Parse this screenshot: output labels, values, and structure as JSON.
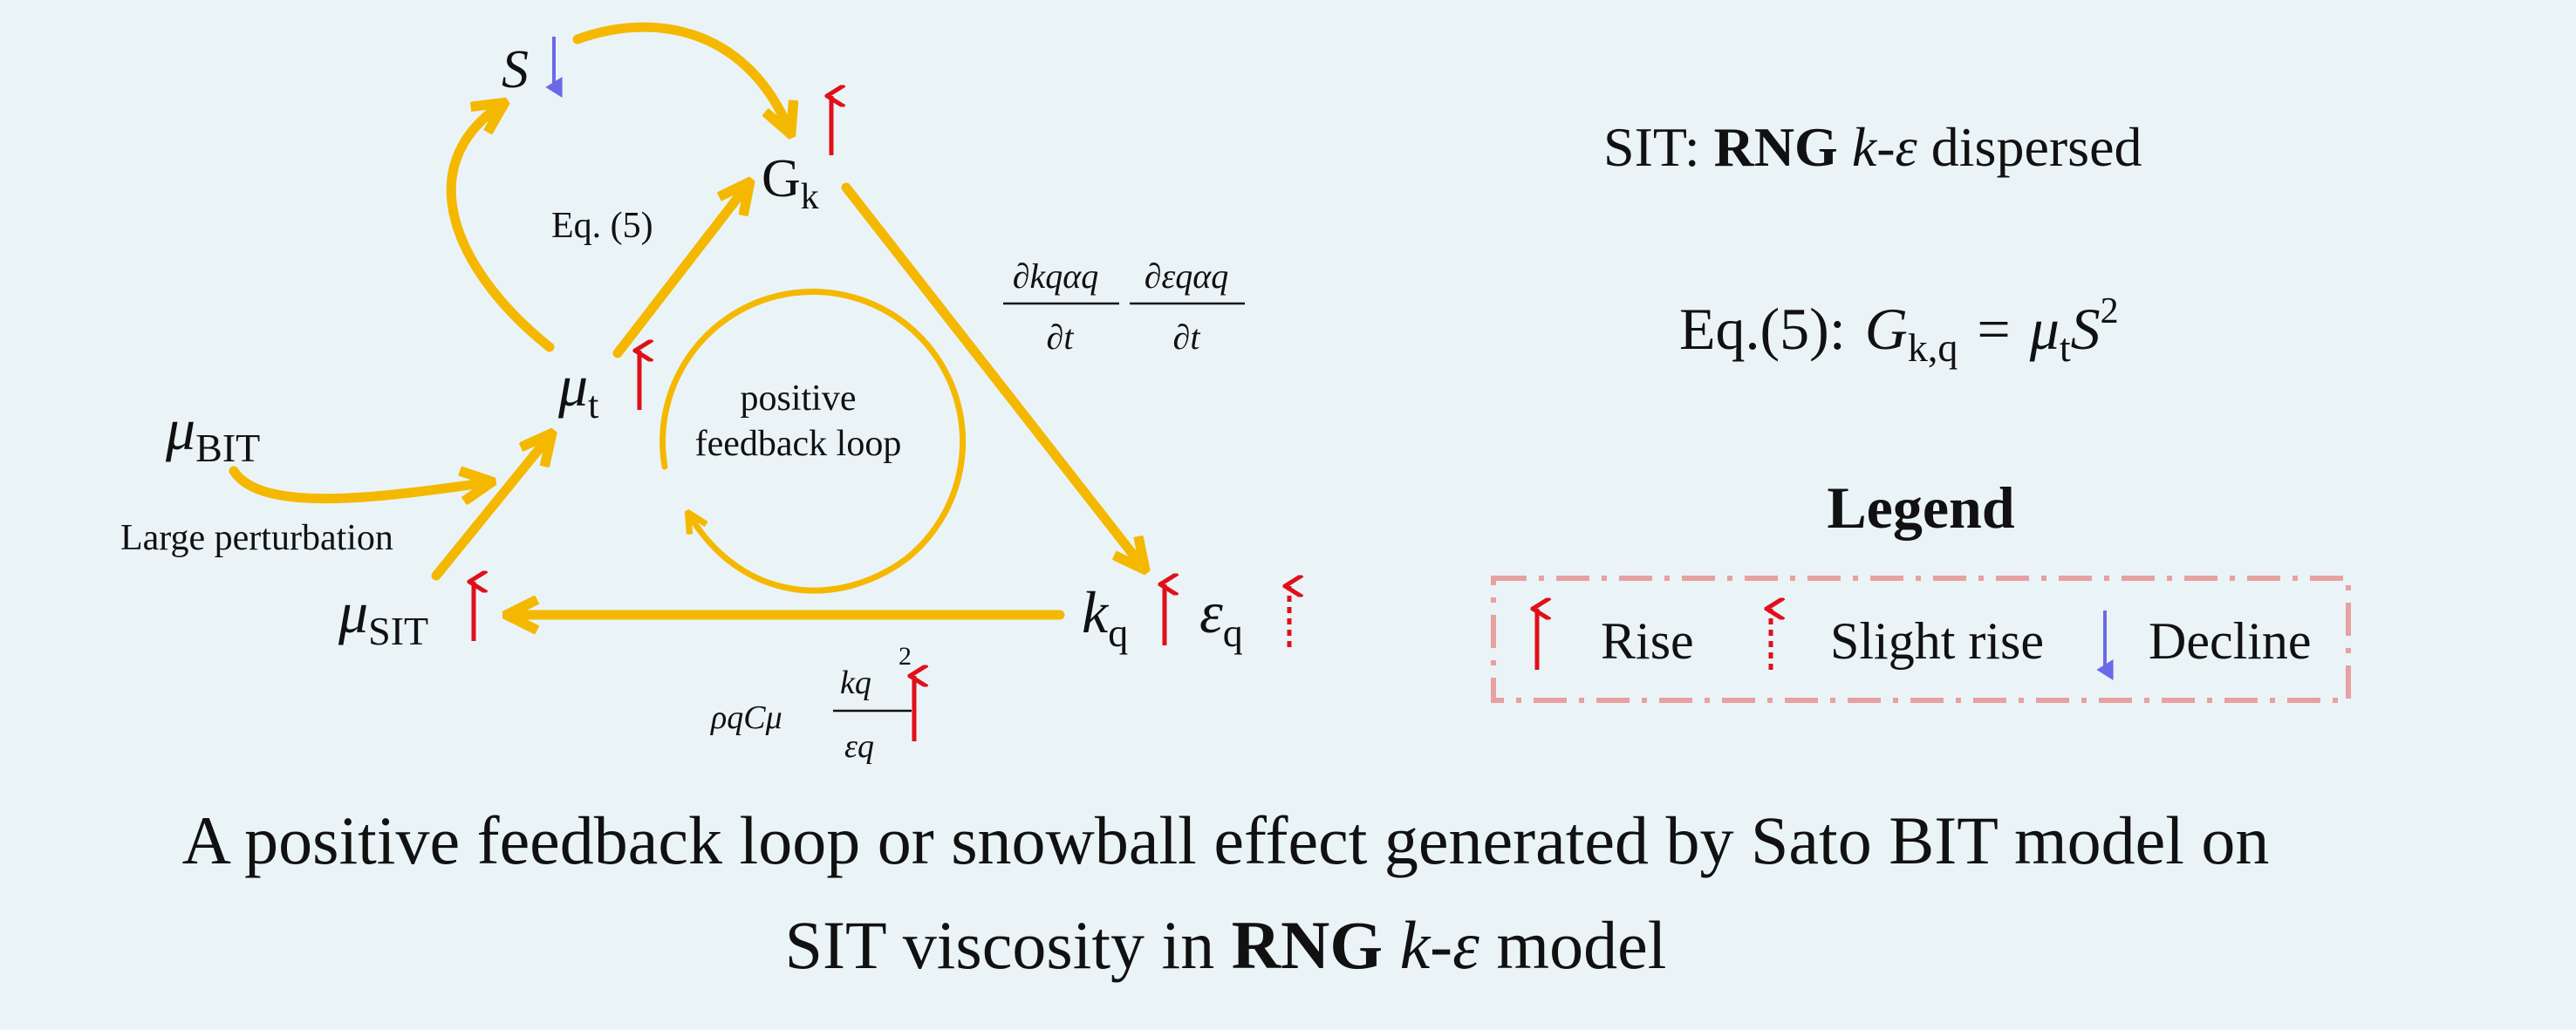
{
  "diagram": {
    "nodes": {
      "S": "S",
      "Gk": {
        "main": "G",
        "sub": "k"
      },
      "mu_t": {
        "main": "μ",
        "sub": "t"
      },
      "mu_BIT": {
        "main": "μ",
        "sub": "BIT"
      },
      "mu_SIT": {
        "main": "μ",
        "sub": "SIT"
      },
      "k_q": {
        "main": "k",
        "sub": "q"
      },
      "eps_q": {
        "main": "ε",
        "sub": "q"
      }
    },
    "labels": {
      "eq5": "Eq. (5)",
      "loop_line1": "positive",
      "loop_line2": "feedback loop",
      "large_perturbation": "Large perturbation",
      "deriv1_num": "∂kqαq",
      "deriv2_num": "∂εqαq",
      "deriv_den": "∂t",
      "formula_prefix": "ρqCμ",
      "formula_num": "kq",
      "formula_exp": "2",
      "formula_den": "εq"
    }
  },
  "info": {
    "sit_prefix": "SIT: ",
    "sit_bold": "RNG",
    "sit_italic": "k-ε",
    "sit_suffix": " dispersed",
    "eq_prefix": "Eq.(5):",
    "eq_lhs_main": "G",
    "eq_lhs_sub": "k,q",
    "eq_equals": "=",
    "eq_rhs_main": "μ",
    "eq_rhs_sub": "t",
    "eq_rhs_S": "S",
    "eq_rhs_exp": "2"
  },
  "legend": {
    "title": "Legend",
    "rise": "Rise",
    "slight_rise": "Slight rise",
    "decline": "Decline"
  },
  "caption": {
    "line1": "A positive feedback loop or snowball effect generated by Sato BIT model on",
    "line2_prefix": "SIT viscosity in ",
    "line2_bold": "RNG",
    "line2_italic": "k-ε",
    "line2_suffix": " model"
  },
  "colors": {
    "arrow": "#f5b800",
    "rise": "#e0101a",
    "decline": "#6a6ae8",
    "legend_border": "#e8a0a0",
    "background": "#eaf4f7"
  }
}
